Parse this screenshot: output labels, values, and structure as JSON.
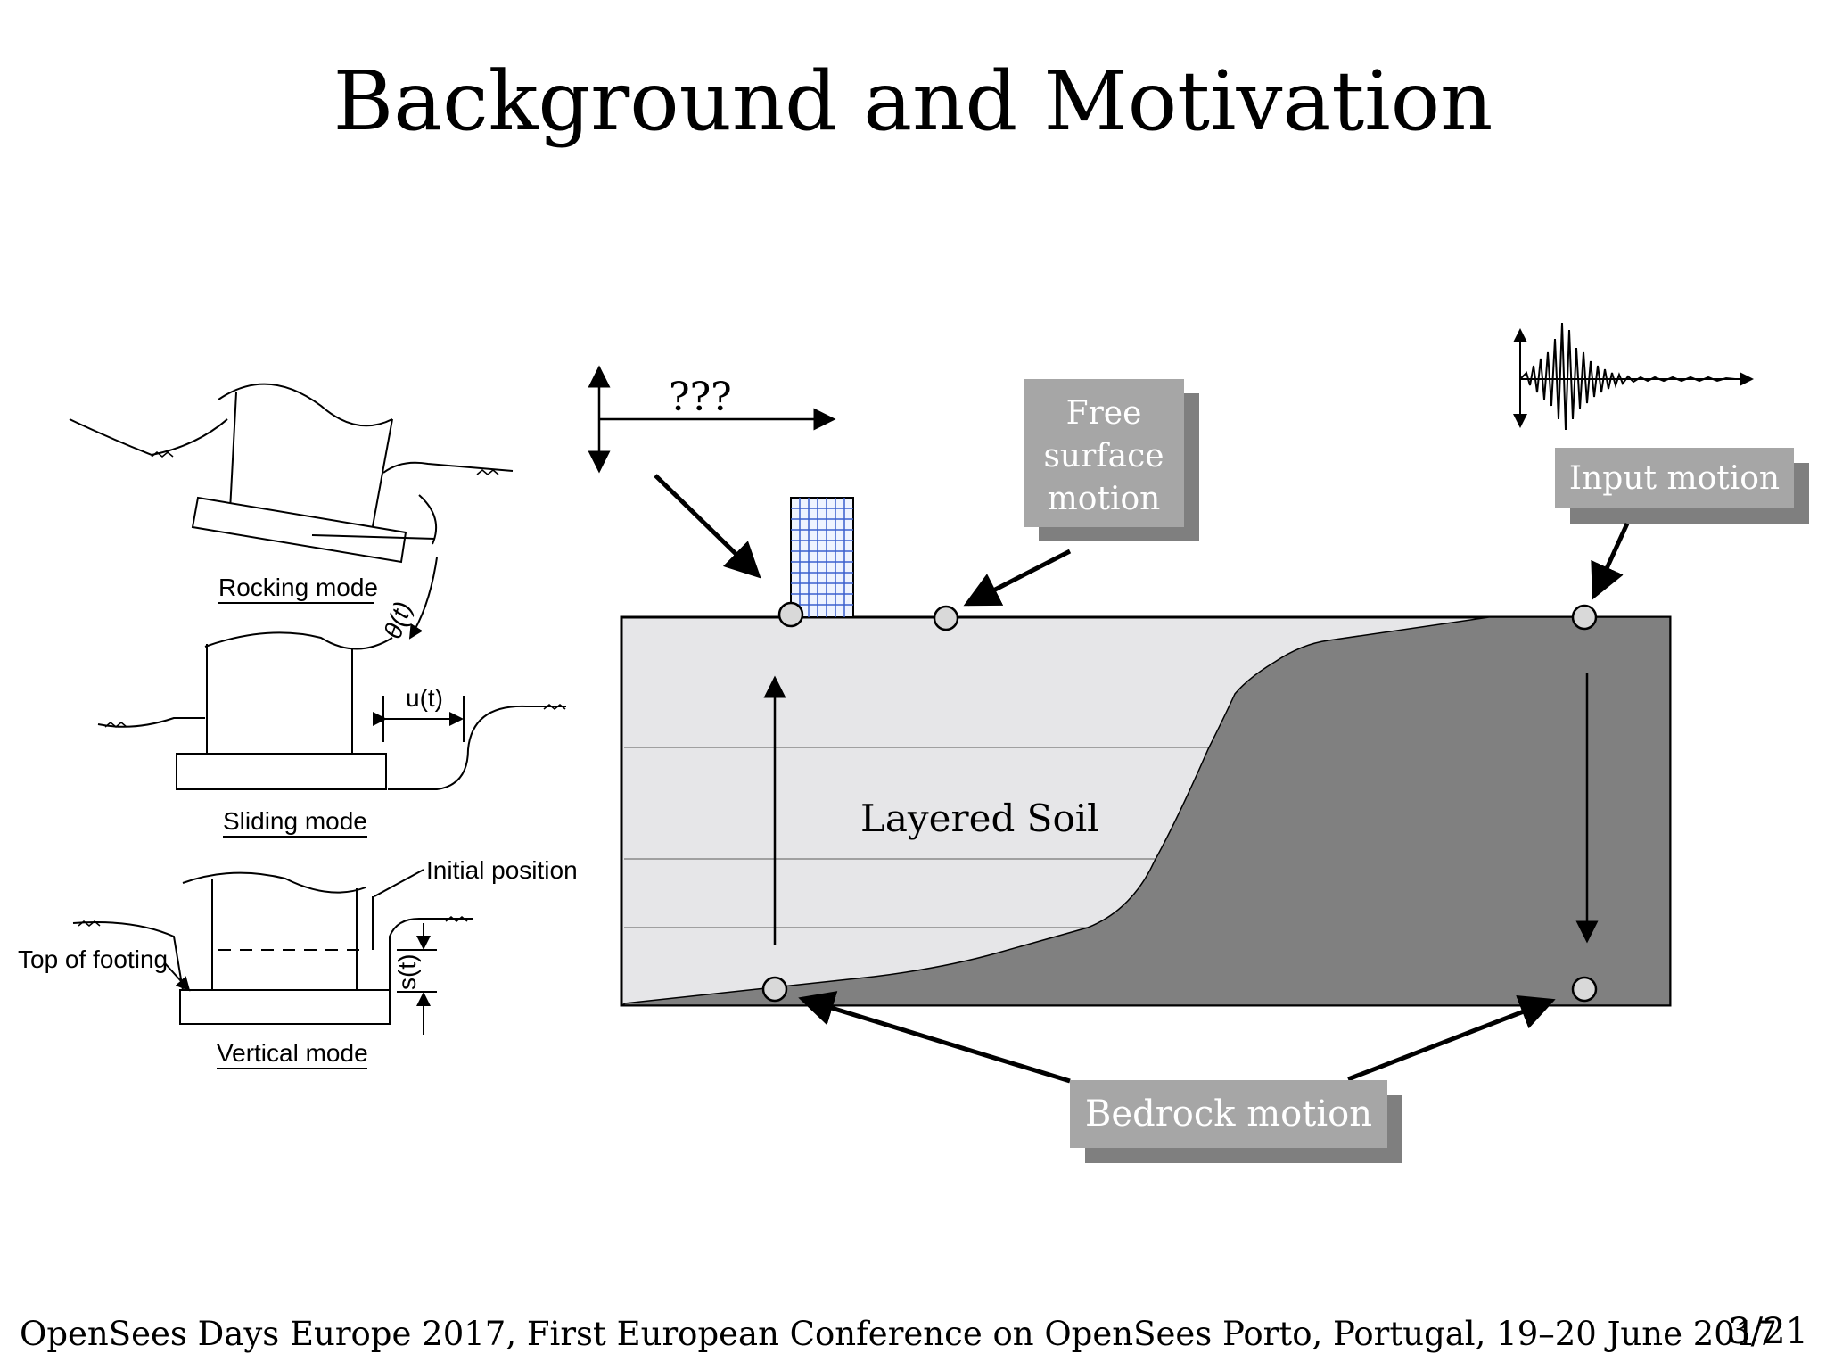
{
  "slide": {
    "title": "Background and Motivation",
    "footer": "OpenSees Days Europe 2017, First European Conference on OpenSees Porto, Portugal, 19–20 June 2017",
    "page_number": "3/21"
  },
  "foundation_modes": {
    "rocking": "Rocking mode",
    "rocking_symbol": "θ(t)",
    "sliding": "Sliding mode",
    "sliding_symbol": "u(t)",
    "vertical": "Vertical mode",
    "vertical_symbol": "s(t)",
    "initial_position": "Initial position",
    "top_of_footing": "Top of footing"
  },
  "site_diagram": {
    "question_marks": "???",
    "layered_soil": "Layered Soil",
    "free_surface_lines": [
      "Free",
      "surface",
      "motion"
    ],
    "input_motion": "Input motion",
    "bedrock_motion": "Bedrock motion"
  },
  "colors": {
    "soil_fill": "#e6e6e8",
    "bedrock_fill": "#808080",
    "label_box": "#a6a6a6",
    "label_shadow": "#7f7f7f",
    "building_grid": "#3a5fcd"
  }
}
